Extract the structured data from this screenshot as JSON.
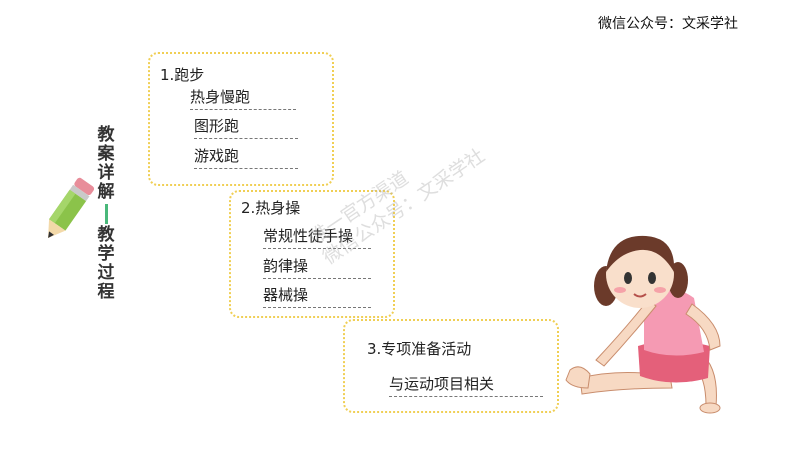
{
  "watermark": "微信公众号：文采学社",
  "side_title": [
    "教",
    "案",
    "详",
    "解",
    "教",
    "学",
    "过",
    "程"
  ],
  "sections": [
    {
      "heading": "1.跑步",
      "items": [
        "热身慢跑",
        "图形跑",
        "游戏跑"
      ]
    },
    {
      "heading": "2.热身操",
      "items": [
        "常规性徒手操",
        "韵律操",
        "器械操"
      ]
    },
    {
      "heading": "3.专项准备活动",
      "items": [
        "与运动项目相关"
      ]
    }
  ],
  "diagonal_watermark": [
    "唯一官方渠道",
    "微信公众号：文采学社"
  ],
  "colors": {
    "box_border": "#f0cf55",
    "accent_dash": "#49b87a"
  },
  "icons": [
    "pencil-icon",
    "girl-stretching-illustration"
  ]
}
